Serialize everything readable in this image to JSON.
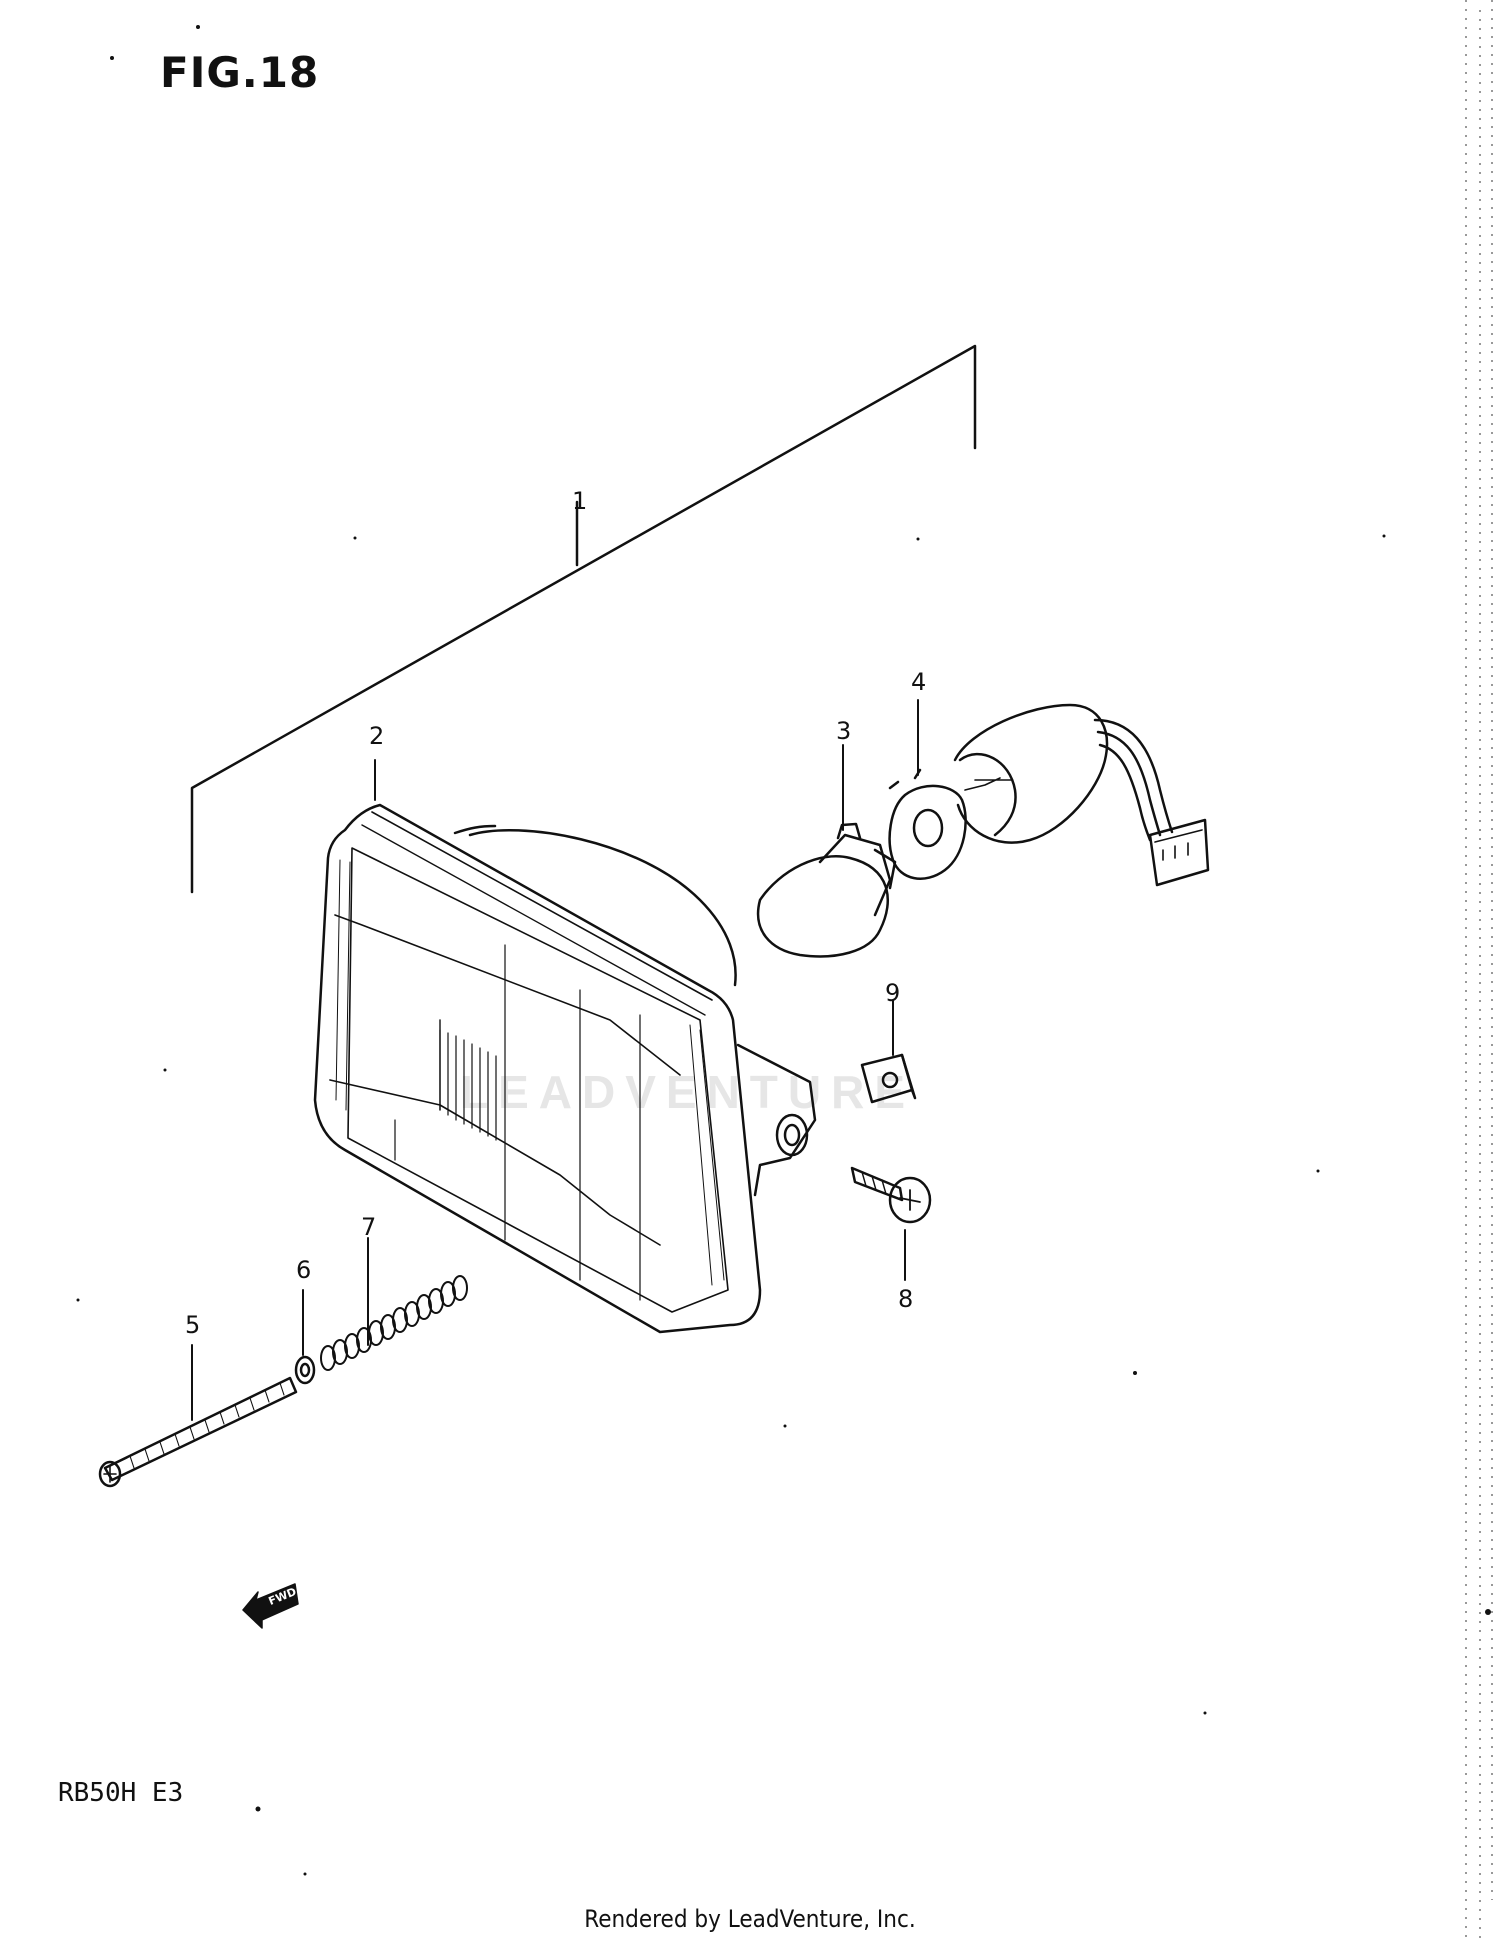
{
  "figure_title": "FIG.18",
  "model_code": "RB50H  E3",
  "footer": "Rendered by LeadVenture, Inc.",
  "watermark": "LEADVENTURE",
  "callouts": [
    {
      "id": "1",
      "label": "1"
    },
    {
      "id": "2",
      "label": "2"
    },
    {
      "id": "3",
      "label": "3"
    },
    {
      "id": "4",
      "label": "4"
    },
    {
      "id": "5",
      "label": "5"
    },
    {
      "id": "6",
      "label": "6"
    },
    {
      "id": "7",
      "label": "7"
    },
    {
      "id": "8",
      "label": "8"
    },
    {
      "id": "9",
      "label": "9"
    }
  ],
  "fwd_badge": "FWD"
}
